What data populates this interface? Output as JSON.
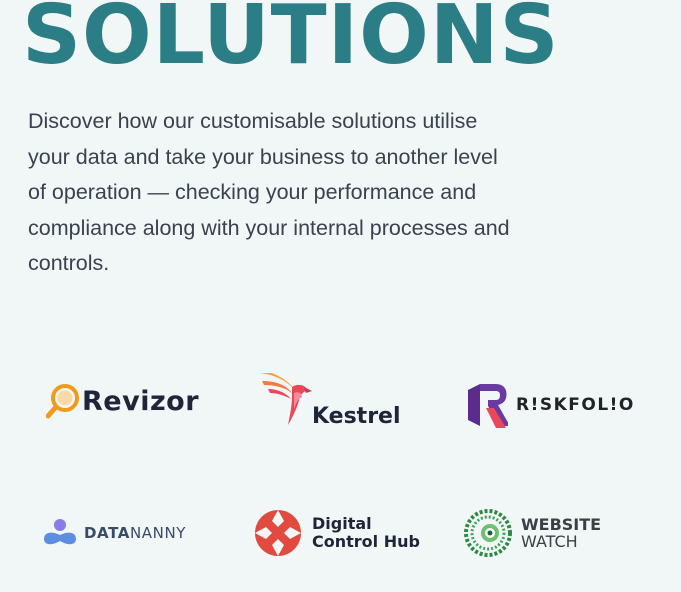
{
  "page": {
    "title": "SOLUTIONS",
    "description": "Discover how our customisable solutions utilise your data and take your business to another level of operation — checking your performance and compliance along with your internal processes and controls."
  },
  "logos": {
    "revizor": {
      "name": "Revizor",
      "icon": "magnifier-icon"
    },
    "kestrel": {
      "name": "Kestrel",
      "icon": "kestrel-bird-icon"
    },
    "riskfolio": {
      "name": "R!SKFOL!O",
      "icon": "riskfolio-r-icon"
    },
    "datananny": {
      "name_bold": "DATA",
      "name_light": "NANNY",
      "icon": "datananny-figure-icon"
    },
    "digital_control_hub": {
      "line1": "Digital",
      "line2": "Control Hub",
      "icon": "dch-circle-icon"
    },
    "website_watch": {
      "line1": "WEBSITE",
      "line2": "WATCH",
      "icon": "globe-eye-icon"
    }
  },
  "colors": {
    "title": "#2b7d86",
    "text": "#3a4250",
    "background": "#f1f6f6",
    "revizor_accent": "#f29a1c",
    "kestrel_accent": "#e8485a",
    "riskfolio_accent": "#5b2b8e",
    "datananny_accent": "#5b8ee0",
    "dch_accent": "#e04a3f",
    "website_watch_accent": "#2e8a43"
  }
}
